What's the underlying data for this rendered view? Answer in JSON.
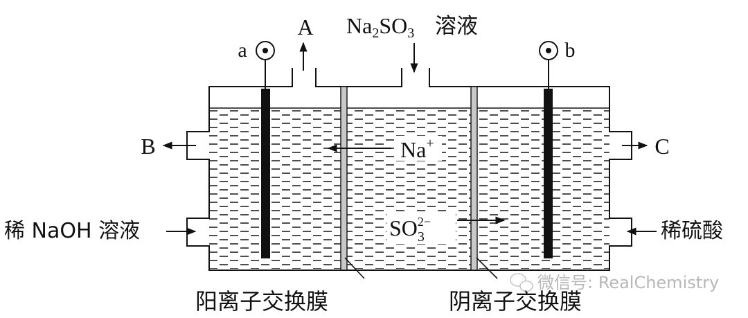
{
  "electrodes": {
    "left": "a",
    "right": "b"
  },
  "outlets": {
    "top_gas": "A",
    "left_product": "B",
    "right_product": "C"
  },
  "inlets": {
    "top": {
      "formula_parts": [
        "Na",
        "2",
        "SO",
        "3"
      ],
      "suffix": "溶液"
    },
    "left": "稀 NaOH 溶液",
    "right": "稀硫酸"
  },
  "ions": {
    "cation": {
      "base": "Na",
      "sup": "+"
    },
    "anion": {
      "base": "SO",
      "sub": "3",
      "sup": "2−"
    }
  },
  "membranes": {
    "cation": "阳离子交换膜",
    "anion": "阴离子交换膜"
  },
  "watermark": {
    "icon": "wechat-icon",
    "text": "微信号: RealChemistry"
  }
}
